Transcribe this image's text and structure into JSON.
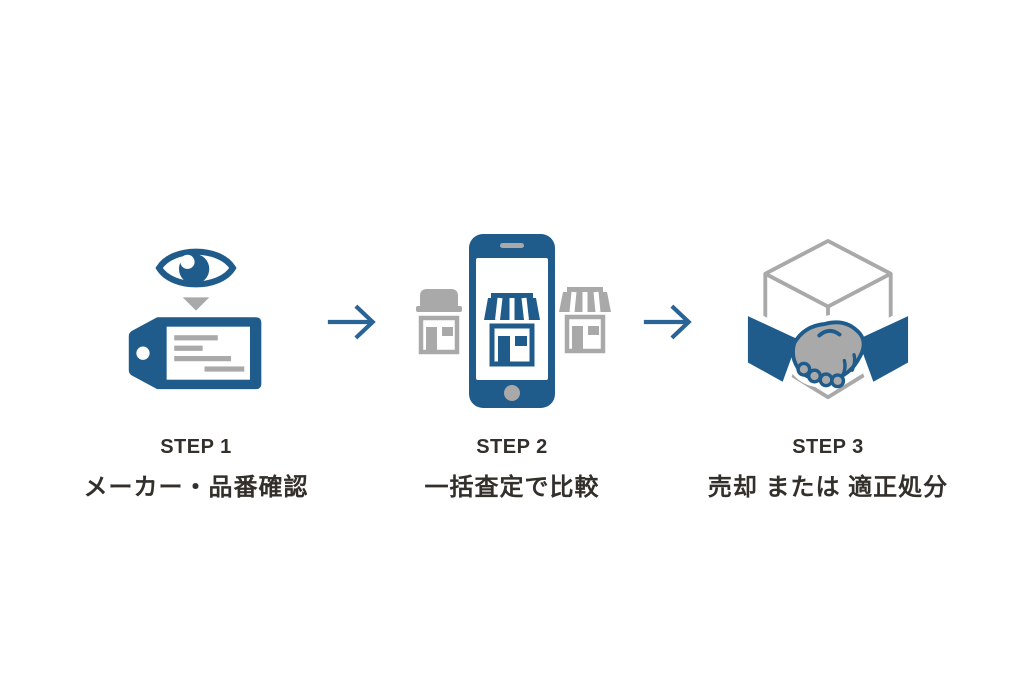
{
  "page": {
    "kind": "three-step-process-infographic"
  },
  "colors": {
    "page_bg": "#ffffff",
    "accent_blue": "#1f5c8c",
    "icon_gray": "#a9a9a9",
    "arrow_blue": "#2a6496",
    "text_dark": "#332f2b"
  },
  "steps": [
    {
      "label": "STEP 1",
      "title": "メーカー・品番確認",
      "icon": "eye-price-tag-icon"
    },
    {
      "label": "STEP 2",
      "title": "一括査定で比較",
      "icon": "phone-storefronts-icon"
    },
    {
      "label": "STEP 3",
      "title": "売却 または 適正処分",
      "icon": "handshake-box-icon"
    }
  ],
  "arrows": [
    {
      "name": "right-arrow-1",
      "glyph": "→"
    },
    {
      "name": "right-arrow-2",
      "glyph": "→"
    }
  ]
}
